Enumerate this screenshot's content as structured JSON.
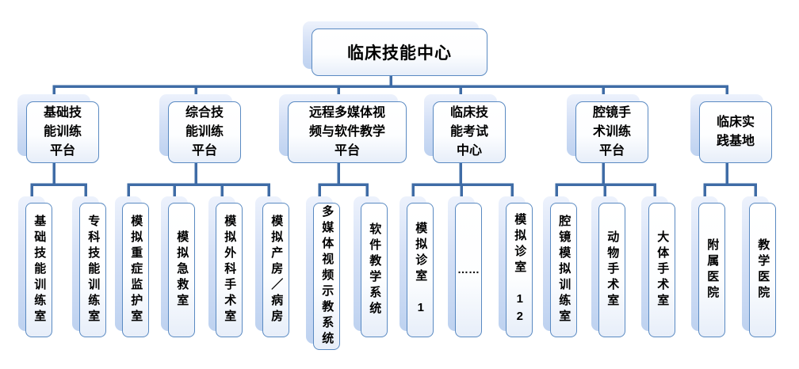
{
  "diagram": {
    "title": "临床技能中心",
    "colors": {
      "connector": "#3F6CA6",
      "box_border": "#5A8AC2",
      "shadow_fill_top": "#EDF2FC",
      "shadow_fill_bottom": "#BED2F0",
      "text": "#000000"
    },
    "root": {
      "label": "临床技能中心"
    },
    "branches": [
      {
        "label": "基础技\n能训练\n平台",
        "children": [
          {
            "label": "基础技能训练室"
          },
          {
            "label": "专科技能训练室"
          }
        ]
      },
      {
        "label": "综合技\n能训练\n平台",
        "children": [
          {
            "label": "模拟重症监护室"
          },
          {
            "label": "模拟急救室"
          },
          {
            "label": "模拟外科手术室"
          },
          {
            "label": "模拟产房／病房"
          }
        ]
      },
      {
        "label": "远程多媒体视\n频与软件教学\n平台",
        "children": [
          {
            "label": "多媒体视频示教系统"
          },
          {
            "label": "软件教学系统"
          }
        ]
      },
      {
        "label": "临床技\n能考试\n中心",
        "children": [
          {
            "label": "模拟诊室　1"
          },
          {
            "label": "……"
          },
          {
            "label": "模拟诊室　12"
          }
        ]
      },
      {
        "label": "腔镜手\n术训练\n平台",
        "children": [
          {
            "label": "腔镜模拟训练室"
          },
          {
            "label": "动物手术室"
          },
          {
            "label": "大体手术室"
          }
        ]
      },
      {
        "label": "临床实\n践基地",
        "children": [
          {
            "label": "附属医院"
          },
          {
            "label": "教学医院"
          }
        ]
      }
    ]
  }
}
